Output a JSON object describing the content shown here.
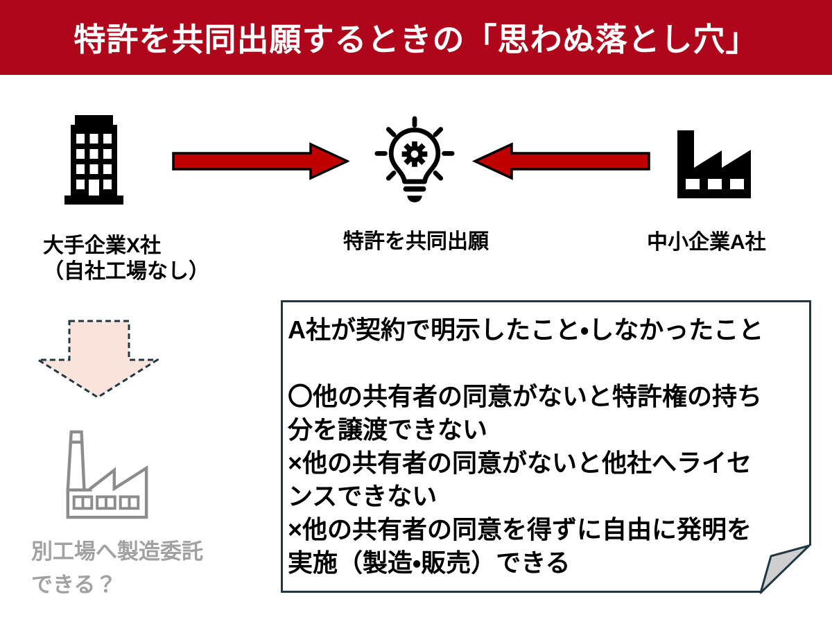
{
  "header": {
    "title": "特許を共同出願するときの「思わぬ落とし穴」"
  },
  "actors": {
    "left_company": {
      "name_line1": "大手企業X社",
      "name_line2": "（自社工場なし）",
      "icon": "office-building-icon"
    },
    "joint_application": {
      "label": "特許を共同出願",
      "icon": "idea-lightbulb-icon"
    },
    "right_company": {
      "name": "中小企業A社",
      "icon": "factory-icon"
    }
  },
  "outsourcing_question": {
    "line1": "別工場へ製造委託",
    "line2": "できる？",
    "icon": "outline-factory-icon"
  },
  "note_box": {
    "lines": [
      "A社が契約で明示したこと・しなかったこと",
      "",
      "〇他の共有者の同意がないと特許権の持ち",
      "分を譲渡できない",
      "×他の共有者の同意がないと他社へライセ",
      "ンスできない",
      "×他の共有者の同意を得ずに自由に発明を",
      "実施（製造・販売）できる"
    ]
  },
  "colors": {
    "header_red": "#B0061B",
    "arrow_red": "#C00000",
    "outline_navy": "#1F3645",
    "peach_fill": "#F9E3DA",
    "gray_icon": "#8C8C8C",
    "gray_text": "#A1A1A1"
  }
}
